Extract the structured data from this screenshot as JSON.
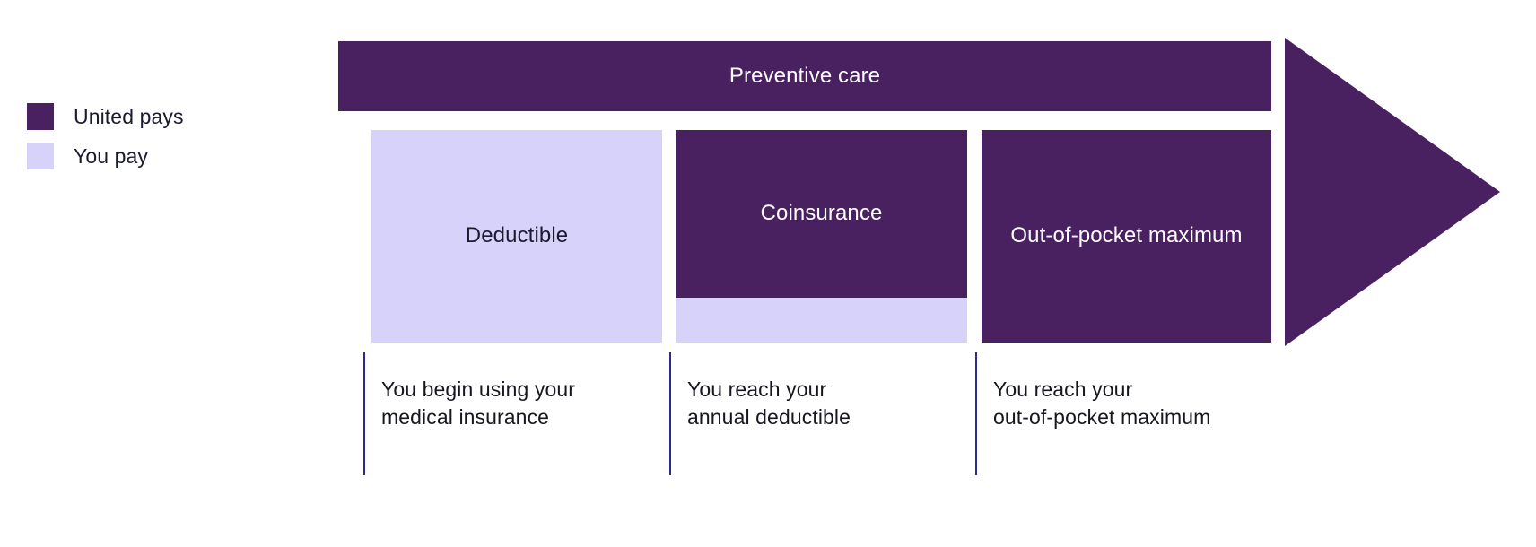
{
  "legend": {
    "items": [
      {
        "label": "United pays",
        "color": "#4A2160",
        "swatch": "dark-purple-swatch"
      },
      {
        "label": "You pay",
        "color": "#D7D2F9",
        "swatch": "light-purple-swatch"
      }
    ]
  },
  "stages": {
    "preventive": {
      "label": "Preventive care",
      "payer": "United pays",
      "fill": "#4A2160"
    },
    "deductible": {
      "label": "Deductible",
      "payer": "You pay",
      "fill": "#D7D2F9"
    },
    "coinsurance": {
      "label": "Coinsurance",
      "united_share_fill": "#4A2160",
      "you_share_fill": "#D7D2F9",
      "united_share_pct": 79,
      "you_share_pct": 21
    },
    "out_of_pocket": {
      "label": "Out-of-pocket\nmaximum",
      "payer": "United pays",
      "fill": "#4A2160"
    }
  },
  "milestones": [
    {
      "caption": "You begin using your\nmedical insurance"
    },
    {
      "caption": "You reach your\nannual deductible"
    },
    {
      "caption": "You reach your\nout-of-pocket maximum"
    }
  ],
  "arrow": {
    "name": "flow-direction-arrow",
    "color": "#4A2160",
    "direction": "right"
  },
  "colors": {
    "united_pays": "#4A2160",
    "you_pay": "#D7D2F9",
    "connector": "#2B2B8F",
    "text_dark": "#17171F",
    "text_light": "#FFFFFF",
    "background": "#FFFFFF"
  }
}
